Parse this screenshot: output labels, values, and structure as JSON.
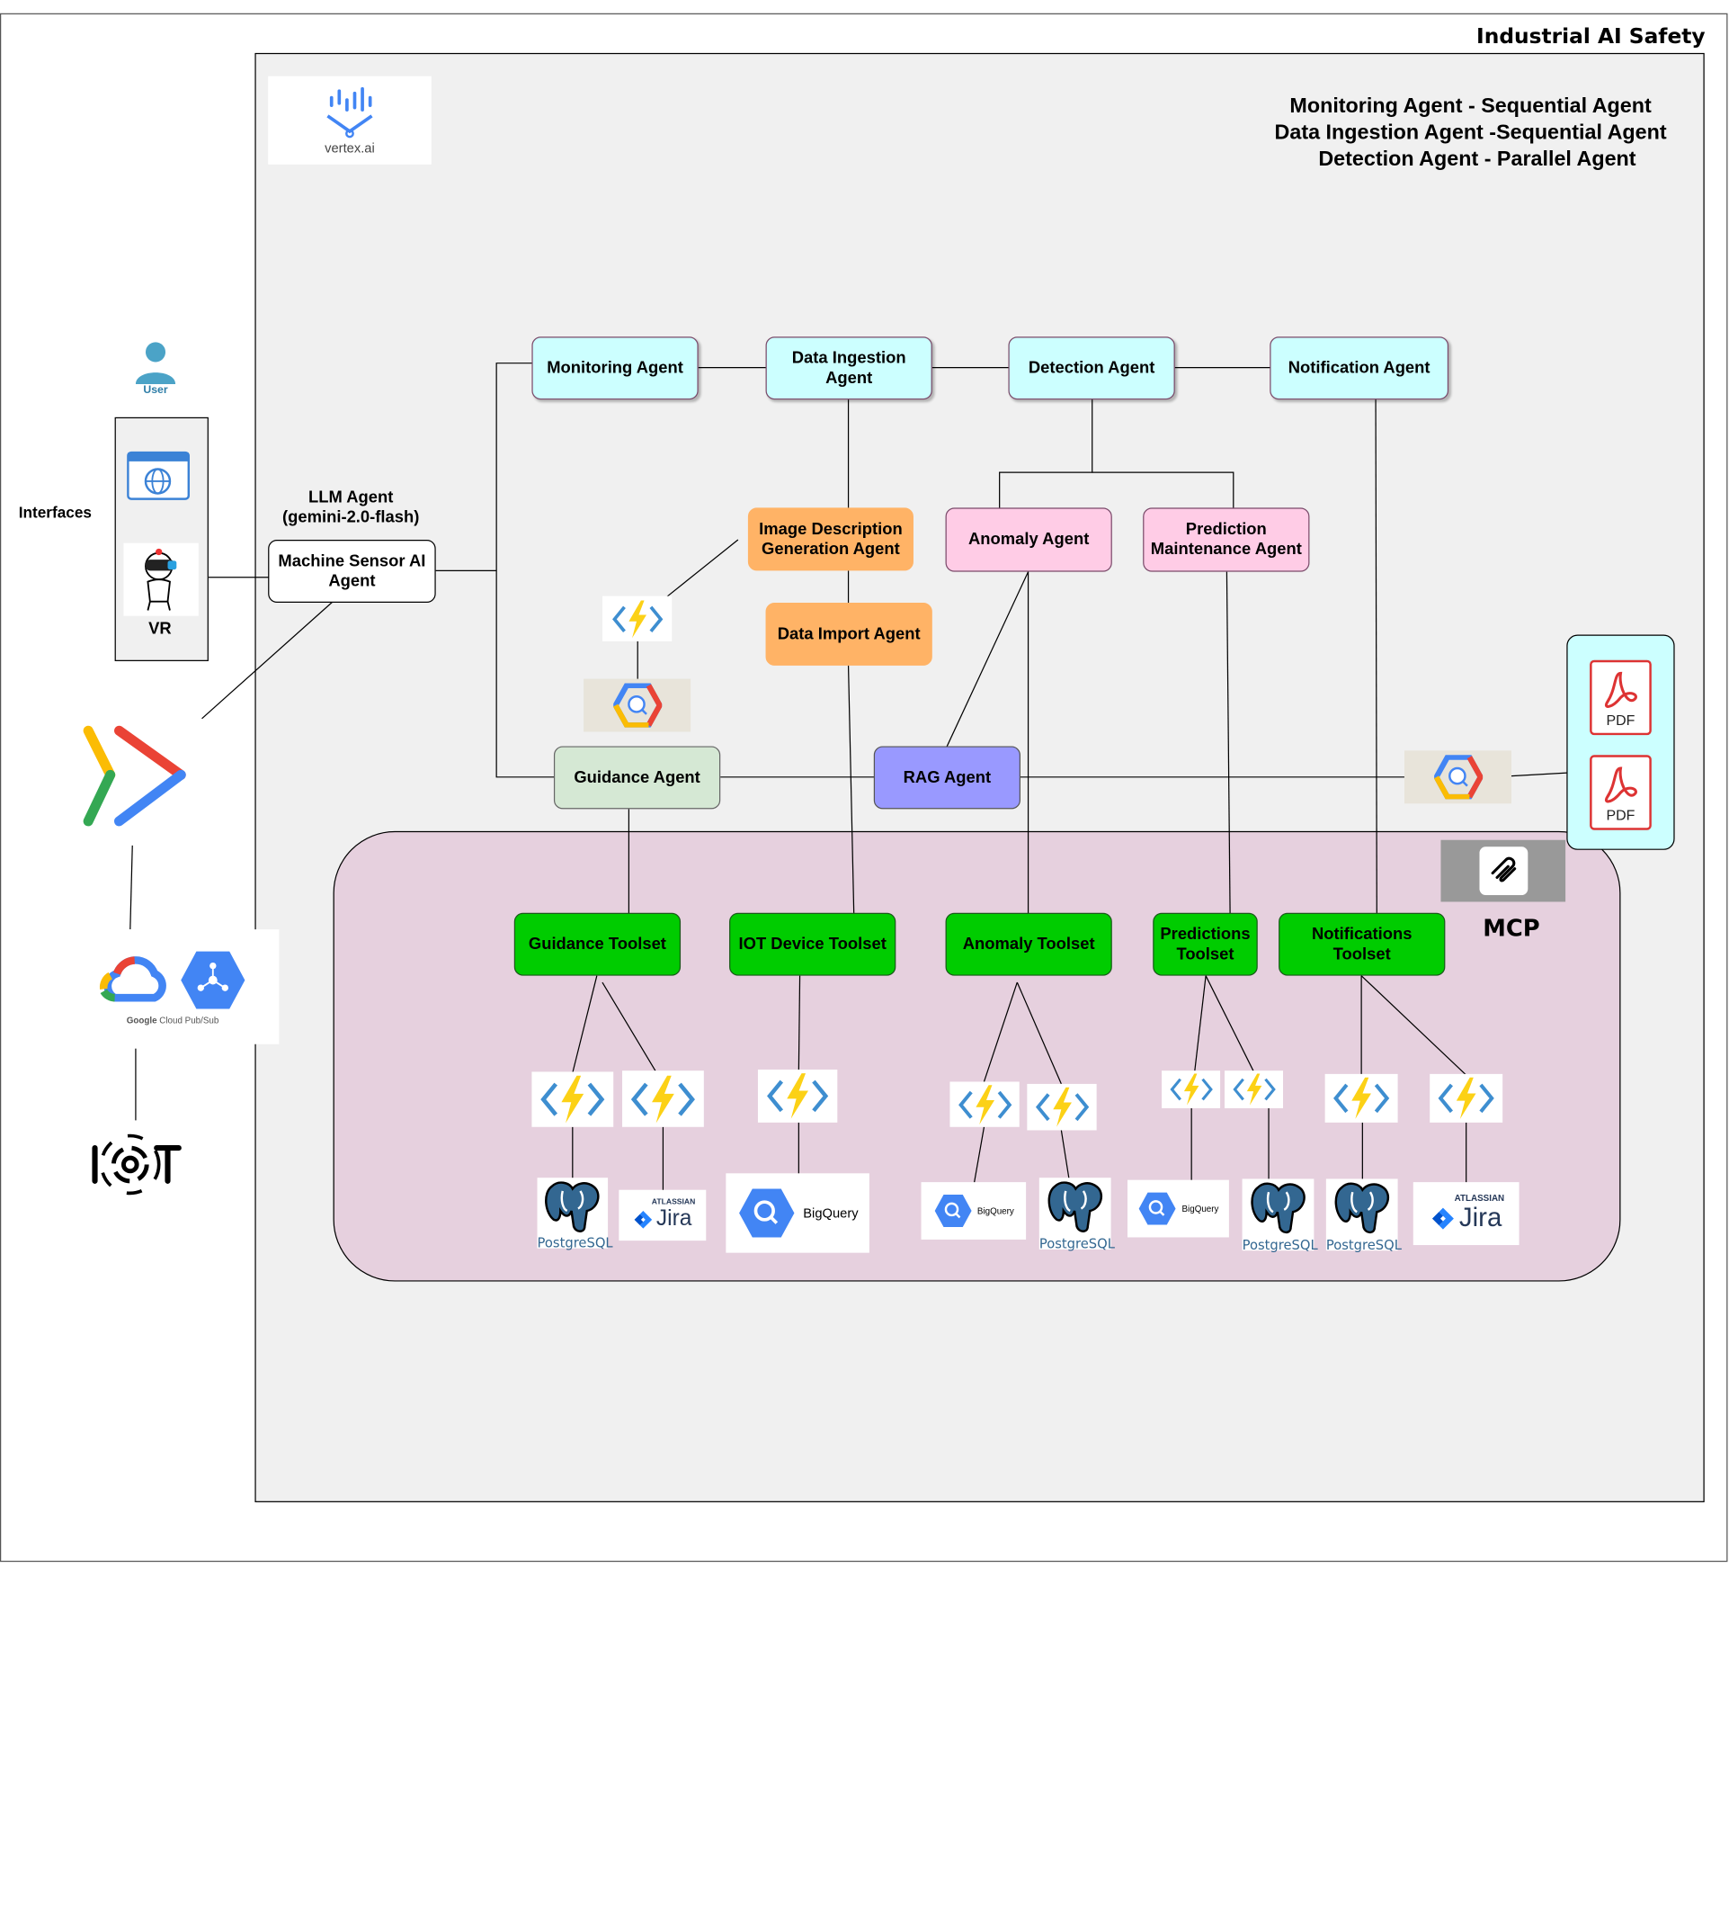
{
  "header": {
    "title": "Industrial AI Safety Suite"
  },
  "agent_types": [
    "Monitoring Agent - Sequential Agent",
    "Data Ingestion Agent -Sequential Agent",
    "Detection Agent - Parallel Agent"
  ],
  "logos": {
    "vertex": "vertex.ai",
    "pubsub_brand": "Google",
    "pubsub_product": "Cloud Pub/Sub",
    "user": "User"
  },
  "interfaces": {
    "label": "Interfaces",
    "vr": "VR"
  },
  "llm": {
    "label_line1": "LLM Agent",
    "label_line2": "(gemini-2.0-flash)",
    "root_agent": "Machine Sensor AI Agent"
  },
  "agents": {
    "monitoring": "Monitoring Agent",
    "ingestion": "Data Ingestion Agent",
    "detection": "Detection Agent",
    "notification": "Notification Agent",
    "image_desc": "Image Description Generation Agent",
    "data_import": "Data Import Agent",
    "anomaly": "Anomaly Agent",
    "prediction": "Prediction Maintenance Agent",
    "guidance": "Guidance Agent",
    "rag": "RAG Agent"
  },
  "toolsets": {
    "guidance": "Guidance Toolset",
    "iot": "IOT Device Toolset",
    "anomaly": "Anomaly Toolset",
    "predictions": "Predictions Toolset",
    "notifications": "Notifications Toolset"
  },
  "mcp": "MCP",
  "docs": [
    "PDF",
    "PDF"
  ],
  "datastores": {
    "postgres": "PostgreSQL",
    "jira_brand": "ATLASSIAN",
    "jira": "Jira",
    "bigquery": "BigQuery"
  },
  "icons": [
    "user-icon",
    "browser-globe-icon",
    "vr-headset-icon",
    "vertex-ai-icon",
    "dataflow-icon",
    "google-cloud-icon",
    "pubsub-icon",
    "iot-icon",
    "azure-function-icon",
    "vertex-search-icon",
    "postgresql-icon",
    "jira-icon",
    "bigquery-icon",
    "pdf-icon",
    "mcp-icon"
  ],
  "colors": {
    "frame_bg": "#f0f0f0",
    "toolset_region": "#e6d0de",
    "top_agents": "#ccffff",
    "orange_agents": "#ffb366",
    "pink_agents": "#ffcce6",
    "toolsets": "#00cc00",
    "guidance": "#d5e8d4",
    "rag": "#9999ff"
  }
}
